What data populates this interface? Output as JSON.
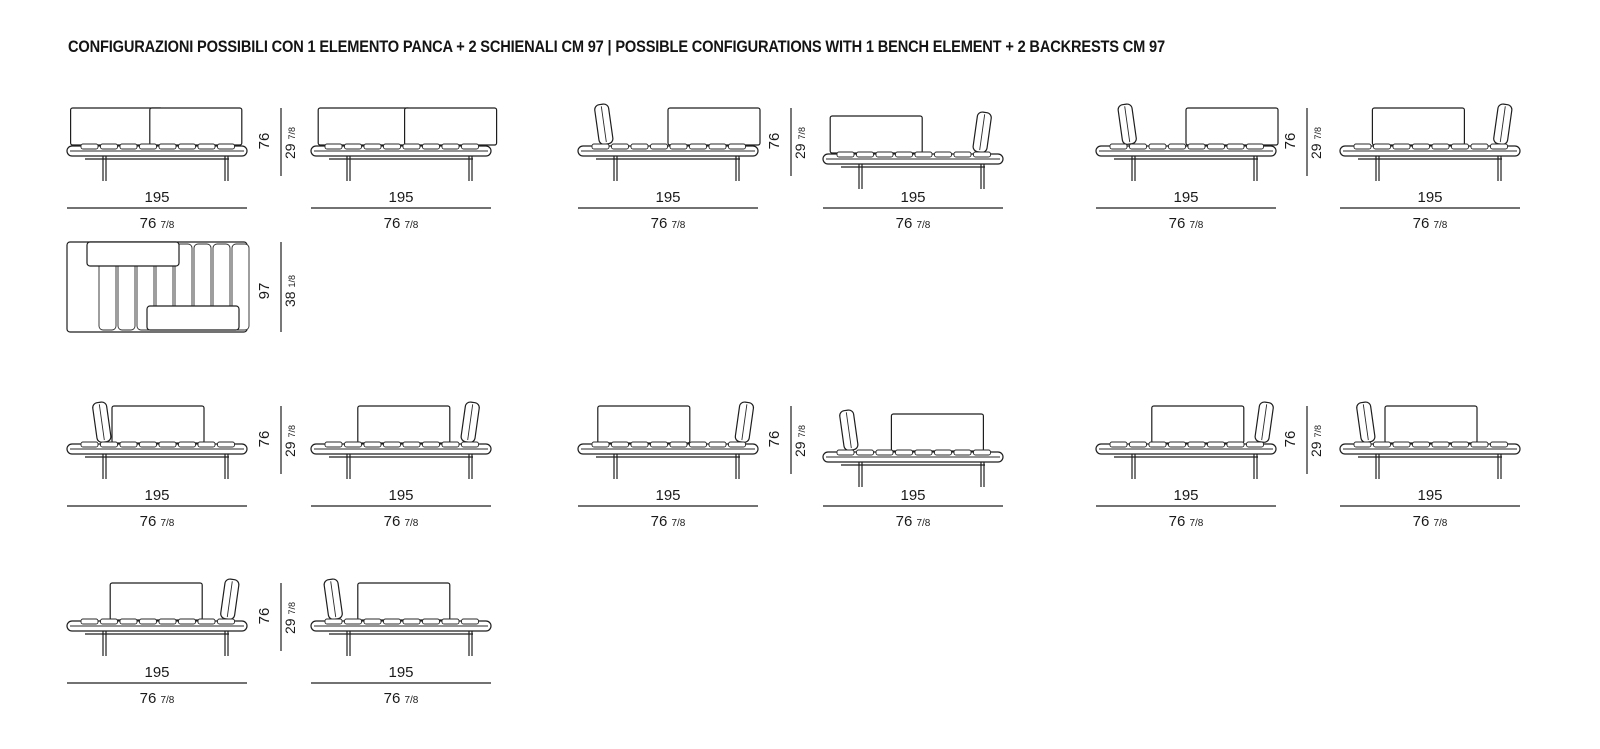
{
  "title": "CONFIGURAZIONI POSSIBILI CON 1 ELEMENTO PANCA + 2 SCHIENALI CM 97  |  POSSIBLE CONFIGURATIONS WITH 1 BENCH ELEMENT + 2 BACKRESTS CM 97",
  "dimensions": {
    "width_cm": "195",
    "width_in_whole": "76",
    "width_in_frac": "7/8",
    "height_cm": "76",
    "height_in_whole": "29",
    "height_in_frac": "7/8",
    "depth_cm": "97",
    "depth_in_whole": "38",
    "depth_in_frac": "1/8"
  },
  "configurations": [
    {
      "id": "1a",
      "backrests": [
        {
          "type": "flat",
          "pos": 0.02
        },
        {
          "type": "flat",
          "pos": 0.46
        }
      ]
    },
    {
      "id": "1b",
      "backrests": [
        {
          "type": "flat",
          "pos": 0.04
        },
        {
          "type": "flat",
          "pos": 0.52
        }
      ]
    },
    {
      "id": "2a",
      "backrests": [
        {
          "type": "tilt",
          "pos": 0.12
        },
        {
          "type": "flat",
          "pos": 0.5
        }
      ]
    },
    {
      "id": "2b",
      "backrests": [
        {
          "type": "flat",
          "pos": 0.04
        },
        {
          "type": "tilt",
          "pos": 0.83
        }
      ]
    },
    {
      "id": "3a",
      "backrests": [
        {
          "type": "tilt",
          "pos": 0.15
        },
        {
          "type": "flat",
          "pos": 0.5
        }
      ]
    },
    {
      "id": "3b",
      "backrests": [
        {
          "type": "flat",
          "pos": 0.18
        },
        {
          "type": "tilt",
          "pos": 0.85
        }
      ]
    },
    {
      "id": "4a",
      "backrests": [
        {
          "type": "tilt",
          "pos": 0.17
        },
        {
          "type": "flat",
          "pos": 0.25
        }
      ]
    },
    {
      "id": "4b",
      "backrests": [
        {
          "type": "flat",
          "pos": 0.26
        },
        {
          "type": "tilt",
          "pos": 0.83
        }
      ]
    },
    {
      "id": "5a",
      "backrests": [
        {
          "type": "flat",
          "pos": 0.11
        },
        {
          "type": "tilt",
          "pos": 0.87
        }
      ]
    },
    {
      "id": "5b",
      "backrests": [
        {
          "type": "tilt",
          "pos": 0.12
        },
        {
          "type": "flat",
          "pos": 0.38
        }
      ]
    },
    {
      "id": "6a",
      "backrests": [
        {
          "type": "flat",
          "pos": 0.31
        },
        {
          "type": "tilt",
          "pos": 0.88
        }
      ]
    },
    {
      "id": "6b",
      "backrests": [
        {
          "type": "tilt",
          "pos": 0.12
        },
        {
          "type": "flat",
          "pos": 0.25
        }
      ]
    },
    {
      "id": "7a",
      "backrests": [
        {
          "type": "flat",
          "pos": 0.24
        },
        {
          "type": "tilt",
          "pos": 0.85
        }
      ]
    },
    {
      "id": "7b",
      "backrests": [
        {
          "type": "tilt",
          "pos": 0.1
        },
        {
          "type": "flat",
          "pos": 0.26
        }
      ]
    }
  ],
  "plan_view": {
    "id": "plan-1",
    "cushions": 8
  }
}
